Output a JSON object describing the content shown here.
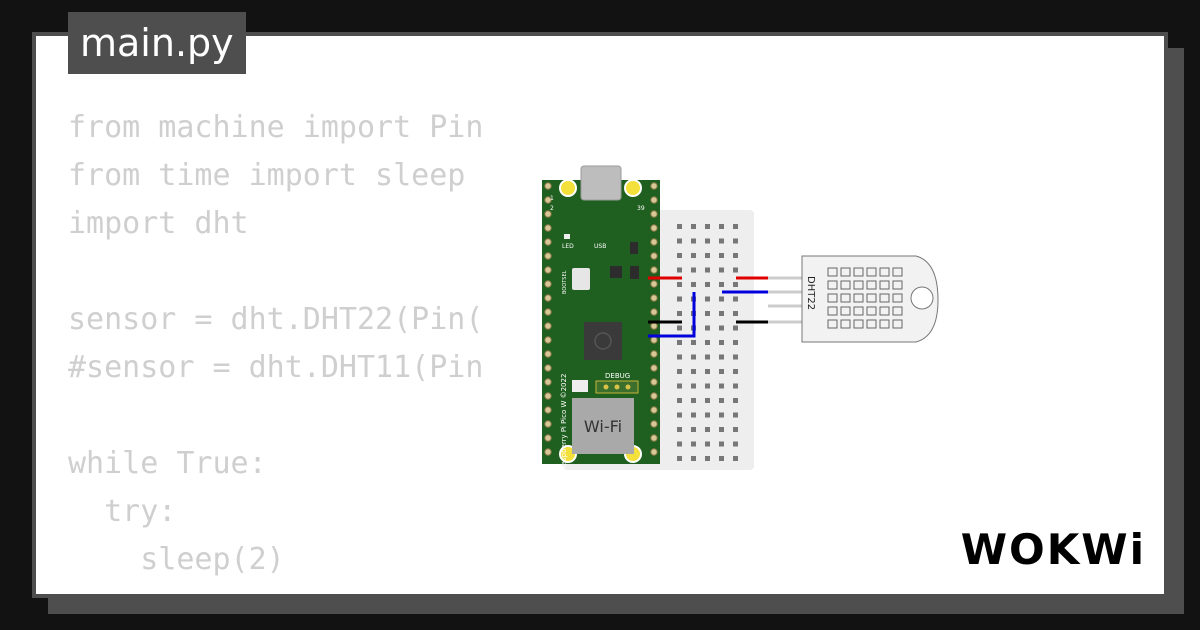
{
  "file_tab": {
    "label": "main.py"
  },
  "code_lines": [
    "from machine import Pin",
    "from time import sleep",
    "import dht",
    "",
    "sensor = dht.DHT22(Pin(",
    "#sensor = dht.DHT11(Pin",
    "",
    "while True:",
    "  try:",
    "    sleep(2)",
    "                     ()"
  ],
  "board": {
    "led_label": "LED",
    "usb_label": "USB",
    "bootsel_label": "BOOTSEL",
    "debug_label": "DEBUG",
    "wifi_label": "Wi-Fi",
    "model_text": "Raspberry Pi Pico W ©2022",
    "pin_1": "1",
    "pin_2": "2",
    "pin_39": "39"
  },
  "sensor": {
    "label": "DHT22"
  },
  "logo": {
    "text": "WOKWi"
  },
  "colors": {
    "background": "#121212",
    "card_frame": "#4e4e4e",
    "code_text": "#cfcfcf",
    "board_green": "#1f5f1f",
    "wire_red": "#e00000",
    "wire_blue": "#0000dd",
    "wire_black": "#000000"
  }
}
